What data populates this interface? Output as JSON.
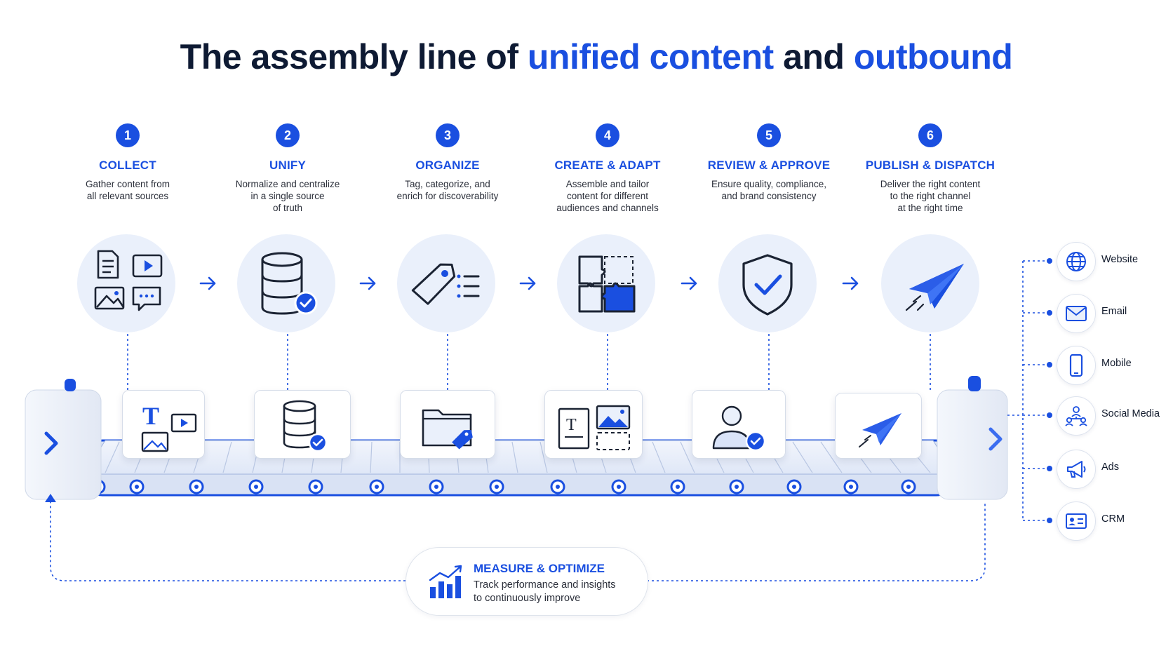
{
  "title": {
    "part1": "The assembly line of ",
    "highlight1": "unified content",
    "part2": " and ",
    "highlight2": "outbound"
  },
  "steps": [
    {
      "number": "1",
      "name": "COLLECT",
      "desc": "Gather content from\nall relevant sources"
    },
    {
      "number": "2",
      "name": "UNIFY",
      "desc": "Normalize and centralize\nin a single source\nof truth"
    },
    {
      "number": "3",
      "name": "ORGANIZE",
      "desc": "Tag, categorize, and\nenrich for discoverability"
    },
    {
      "number": "4",
      "name": "CREATE & ADAPT",
      "desc": "Assemble and tailor\ncontent for different\naudiences and channels"
    },
    {
      "number": "5",
      "name": "REVIEW & APPROVE",
      "desc": "Ensure quality, compliance,\nand brand consistency"
    },
    {
      "number": "6",
      "name": "PUBLISH & DISPATCH",
      "desc": "Deliver the right content\nto the right channel\nat the right time"
    }
  ],
  "step_icons": [
    "documents-media-icon",
    "database-check-icon",
    "tag-list-icon",
    "puzzle-icon",
    "shield-check-icon",
    "paper-plane-icon"
  ],
  "card_icons": [
    "text-image-video-icon",
    "database-check-icon",
    "folder-tag-icon",
    "text-image-layout-icon",
    "user-check-icon",
    "paper-plane-icon"
  ],
  "channels": [
    {
      "label": "Website",
      "icon": "globe-icon"
    },
    {
      "label": "Email",
      "icon": "envelope-icon"
    },
    {
      "label": "Mobile",
      "icon": "smartphone-icon"
    },
    {
      "label": "Social Media",
      "icon": "social-network-icon"
    },
    {
      "label": "Ads",
      "icon": "megaphone-icon"
    },
    {
      "label": "CRM",
      "icon": "contact-card-icon"
    }
  ],
  "measure": {
    "title": "MEASURE & OPTIMIZE",
    "desc": "Track performance and insights\nto continuously improve",
    "icon": "bar-chart-growth-icon"
  },
  "colors": {
    "accent": "#1a4fe0",
    "dark": "#0e1a33",
    "bubble": "#eaf0fb",
    "belt": "#e8eef9"
  }
}
